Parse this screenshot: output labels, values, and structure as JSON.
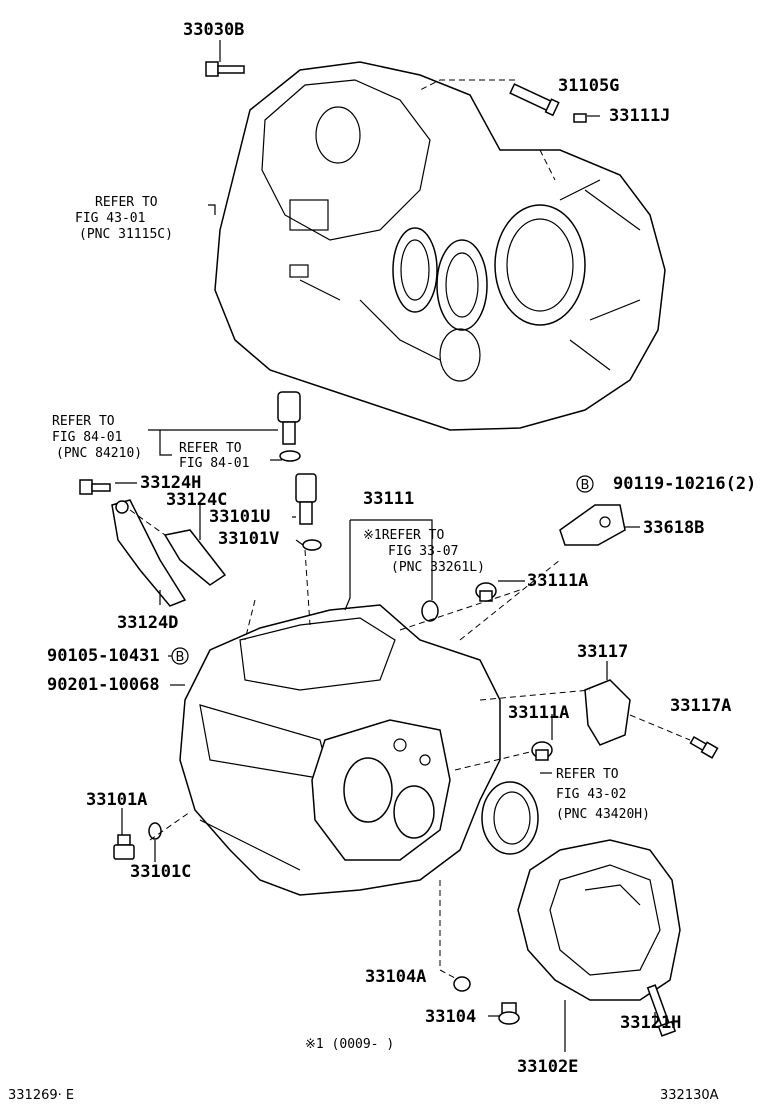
{
  "part_labels": {
    "p33030B": "33030B",
    "p31105G": "31105G",
    "p33111J": "33111J",
    "p33124H": "33124H",
    "p33124C": "33124C",
    "p33101U": "33101U",
    "p33101V": "33101V",
    "p33111": "33111",
    "p90119": "90119-10216(2)",
    "p33618B": "33618B",
    "p33111A_top": "33111A",
    "p33124D": "33124D",
    "p90105": "90105-10431",
    "p90201": "90201-10068",
    "p33117": "33117",
    "p33111A_mid": "33111A",
    "p33117A": "33117A",
    "p33101A": "33101A",
    "p33101C": "33101C",
    "p33104A": "33104A",
    "p33104": "33104",
    "p33102E": "33102E",
    "p33121H": "33121H"
  },
  "references": {
    "ref1": [
      "REFER TO",
      "FIG 43-01",
      "(PNC 31115C)"
    ],
    "ref2": [
      "REFER TO",
      "FIG 84-01",
      "(PNC 84210)"
    ],
    "ref3": [
      "REFER TO",
      "FIG 84-01"
    ],
    "ref4": [
      "※1REFER TO",
      "FIG 33-07",
      "(PNC 33261L)"
    ],
    "ref5": [
      "REFER TO",
      "FIG 43-02",
      "(PNC 43420H)"
    ]
  },
  "marker_b": "B",
  "footnote": "※1 (0009-       )",
  "codes": {
    "left": "331269· E",
    "right": "332130A"
  }
}
